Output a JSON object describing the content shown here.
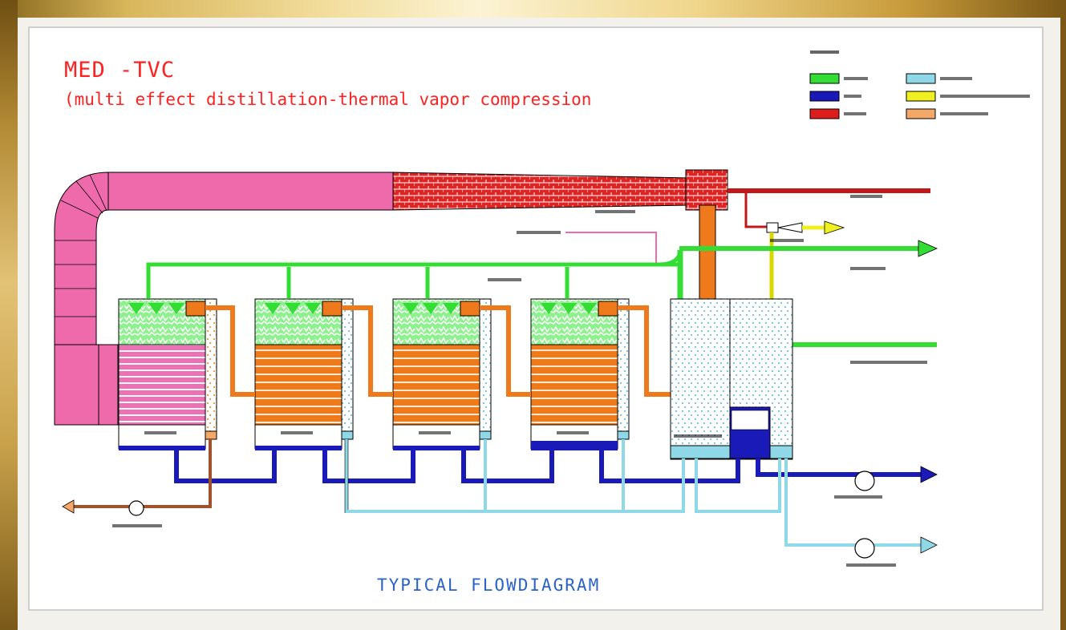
{
  "title": "MED -TVC",
  "subtitle": "(multi effect distillation-thermal vapor compression",
  "caption": "TYPICAL FLOWDIAGRAM",
  "colors": {
    "sea_water": "#33dd33",
    "brine": "#1a1ab8",
    "steam": "#dd1c1c",
    "distillate": "#8fd8e8",
    "non_condensable_gas": "#f0f020",
    "condensate": "#f4a868",
    "vapor_duct": "#ee6aaa",
    "title": "#ff2020",
    "caption": "#2a63c8"
  }
}
